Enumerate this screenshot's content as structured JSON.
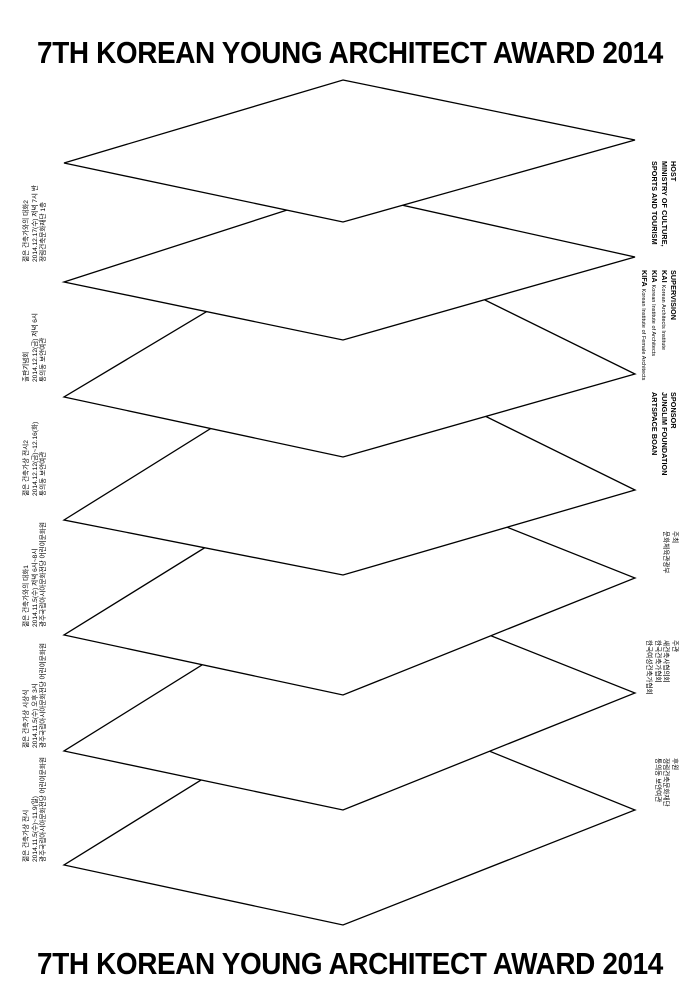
{
  "title_top": "7TH KOREAN YOUNG ARCHITECT AWARD 2014",
  "title_bottom": "7TH KOREAN YOUNG ARCHITECT AWARD 2014",
  "events": [
    {
      "name": "젊은 건축가상 전시",
      "date": "2014.11.5(수)~11.9(일)",
      "venue": "광주국립아시아문화전당 어린이문화원"
    },
    {
      "name": "젊은 건축가상 시상식",
      "date": "2014.11.5(수) 오후 3시",
      "venue": "광주국립아시아문화전당 어린이문화원"
    },
    {
      "name": "젊은 건축가와의 대화1",
      "date": "2014.11.5(수) 저녁 6시~8시",
      "venue": "광주국립아시아문화전당 어린이문화원"
    },
    {
      "name": "젊은 건축가상 전시2",
      "date": "2014.12.12(금)~12.16(화)",
      "venue": "통의동 보안여관"
    },
    {
      "name": "출판기념회",
      "date": "2014.12.12(금) 저녁 6시",
      "venue": "통의동 보안여관"
    },
    {
      "name": "젊은 건축가와의 대화2",
      "date": "2014.12.17(수) 저녁 7시 반",
      "venue": "정림건축문화재단 1층"
    }
  ],
  "credits": {
    "host": {
      "label": "HOST",
      "lines": [
        "MINISTRY OF CULTURE,",
        "SPORTS AND TOURISM"
      ]
    },
    "supervision": {
      "label": "SUPERVISION",
      "orgs": [
        {
          "abbr": "KAI",
          "full": "Korean Architects Institute"
        },
        {
          "abbr": "KIA",
          "full": "Korean Institute of Architects"
        },
        {
          "abbr": "KIFA",
          "full": "Korean Institute of Female Architects"
        }
      ]
    },
    "sponsor": {
      "label": "SPONSOR",
      "lines": [
        "JUNGLIM FOUNDATION",
        "ARTSPACE BOAN"
      ]
    },
    "host_kr": {
      "label": "주최",
      "lines": [
        "문화체육관광부"
      ]
    },
    "supervision_kr": {
      "label": "주관",
      "lines": [
        "새건축사협의회",
        "한국건축가협회",
        "한국여성건축가협회"
      ]
    },
    "sponsor_kr": {
      "label": "후원",
      "lines": [
        "정림건축문화재단",
        "통의동 보안여관"
      ]
    }
  }
}
